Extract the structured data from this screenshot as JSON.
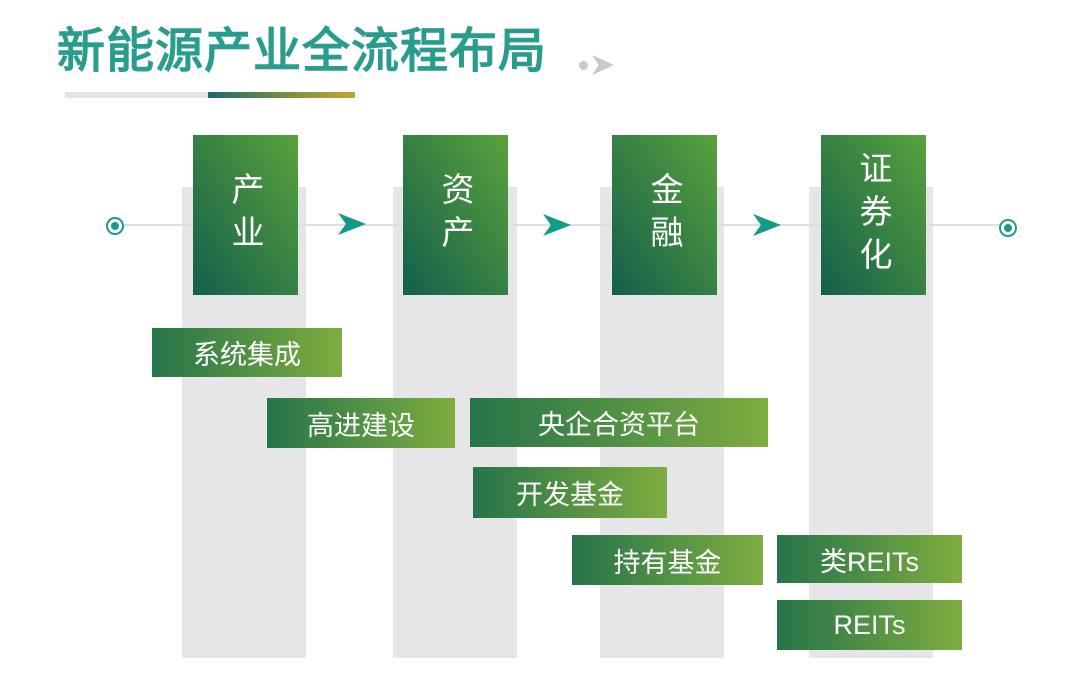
{
  "title": {
    "text": "新能源产业全流程布局"
  },
  "stages": [
    {
      "id": "industry",
      "label": "产业"
    },
    {
      "id": "assets",
      "label": "资产"
    },
    {
      "id": "finance",
      "label": "金融"
    },
    {
      "id": "securitization",
      "label": "证券化"
    }
  ],
  "tags": [
    {
      "text": "系统集成"
    },
    {
      "text": "高进建设"
    },
    {
      "text": "央企合资平台"
    },
    {
      "text": "开发基金"
    },
    {
      "text": "持有基金"
    },
    {
      "text": "类REITs"
    },
    {
      "text": "REITs"
    }
  ],
  "icons": {
    "title_arrow": "chevron-right",
    "flow_arrow": "arrow-right",
    "endpoint": "ring-dot"
  },
  "colors": {
    "title_teal": "#2a9c8e",
    "accent_teal": "#1b9a8a",
    "stage_gradient_dark": "#135f4c",
    "stage_gradient_light": "#5aa23c",
    "tag_gradient_dark": "#26744a",
    "tag_gradient_light": "#7ead3f",
    "underline_gray": "#e4e4e4",
    "underline_gradient_start": "#1d6a6d",
    "underline_gradient_end": "#c6a22f",
    "column_gray": "#e6e6e8",
    "line_gray": "#dedede",
    "arrow_gray": "#c9c9c9"
  }
}
